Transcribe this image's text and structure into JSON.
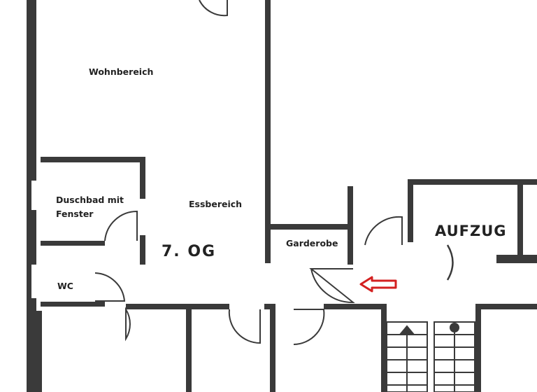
{
  "plan": {
    "floor_label": "7. OG",
    "rooms": {
      "wohnbereich": "Wohnbereich",
      "duschbad": "Duschbad mit\nFenster",
      "wc": "WC",
      "essbereich": "Essbereich",
      "garderobe": "Garderobe",
      "aufzug": "AUFZUG"
    },
    "colors": {
      "wall": "#3a3a3a",
      "arrow": "#d32020",
      "background": "#ffffff"
    }
  }
}
